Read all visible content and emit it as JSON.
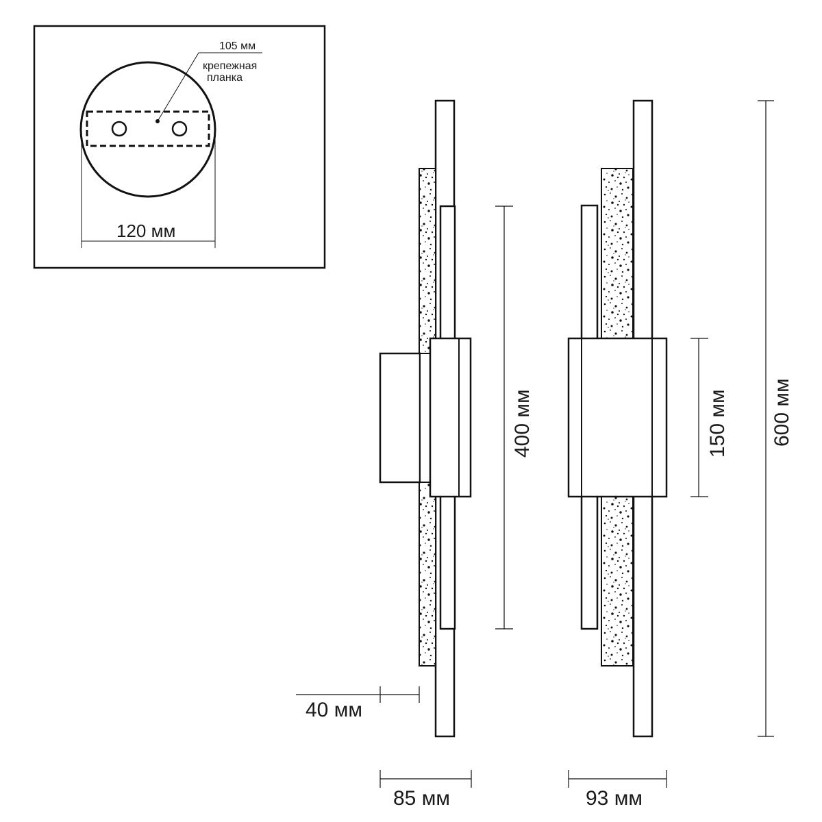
{
  "inset": {
    "plate_width_label": "105 мм",
    "plate_name_line1": "крепежная",
    "plate_name_line2": "планка",
    "base_diameter_label": "120 мм"
  },
  "dimensions": {
    "diffuser_height": "400 мм",
    "body_height": "150 мм",
    "total_height": "600 мм",
    "wall_offset": "40 мм",
    "side_depth": "85 мм",
    "front_width": "93 мм"
  }
}
